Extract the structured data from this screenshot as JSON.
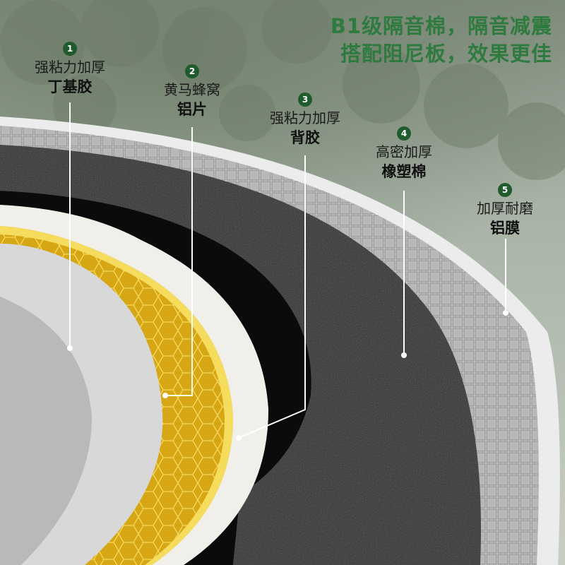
{
  "headline": {
    "line1": "B1级隔音棉，隔音减震",
    "line2": "搭配阻尼板，效果更佳"
  },
  "callouts": [
    {
      "num": "1",
      "line1": "强粘力加厚",
      "line2": "丁基胶"
    },
    {
      "num": "2",
      "line1": "黄马蜂窝",
      "line2": "铝片"
    },
    {
      "num": "3",
      "line1": "强粘力加厚",
      "line2": "背胶"
    },
    {
      "num": "4",
      "line1": "高密加厚",
      "line2": "橡塑棉"
    },
    {
      "num": "5",
      "line1": "加厚耐磨",
      "line2": "铝膜"
    }
  ],
  "colors": {
    "headline": "#2f7a3f",
    "badge": "#1f5b2c",
    "gold_layer": "#e0b21c",
    "foam_layer": "#2b2b2b",
    "aluminum_film": "#e6e6e6"
  }
}
